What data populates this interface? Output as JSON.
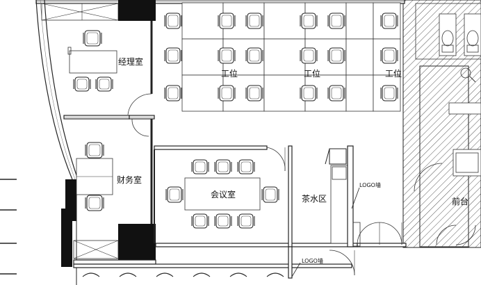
{
  "plan": {
    "rooms": {
      "manager_office": "经理室",
      "finance_office": "财务室",
      "meeting_room": "会议室",
      "tea_area": "茶水区",
      "workstation_1": "工位",
      "workstation_2": "工位",
      "workstation_3": "工位",
      "right_room": "前台"
    },
    "tags": {
      "logo_wall_upper": "LOGO墙",
      "logo_wall_lower": "LOGO墙"
    }
  }
}
